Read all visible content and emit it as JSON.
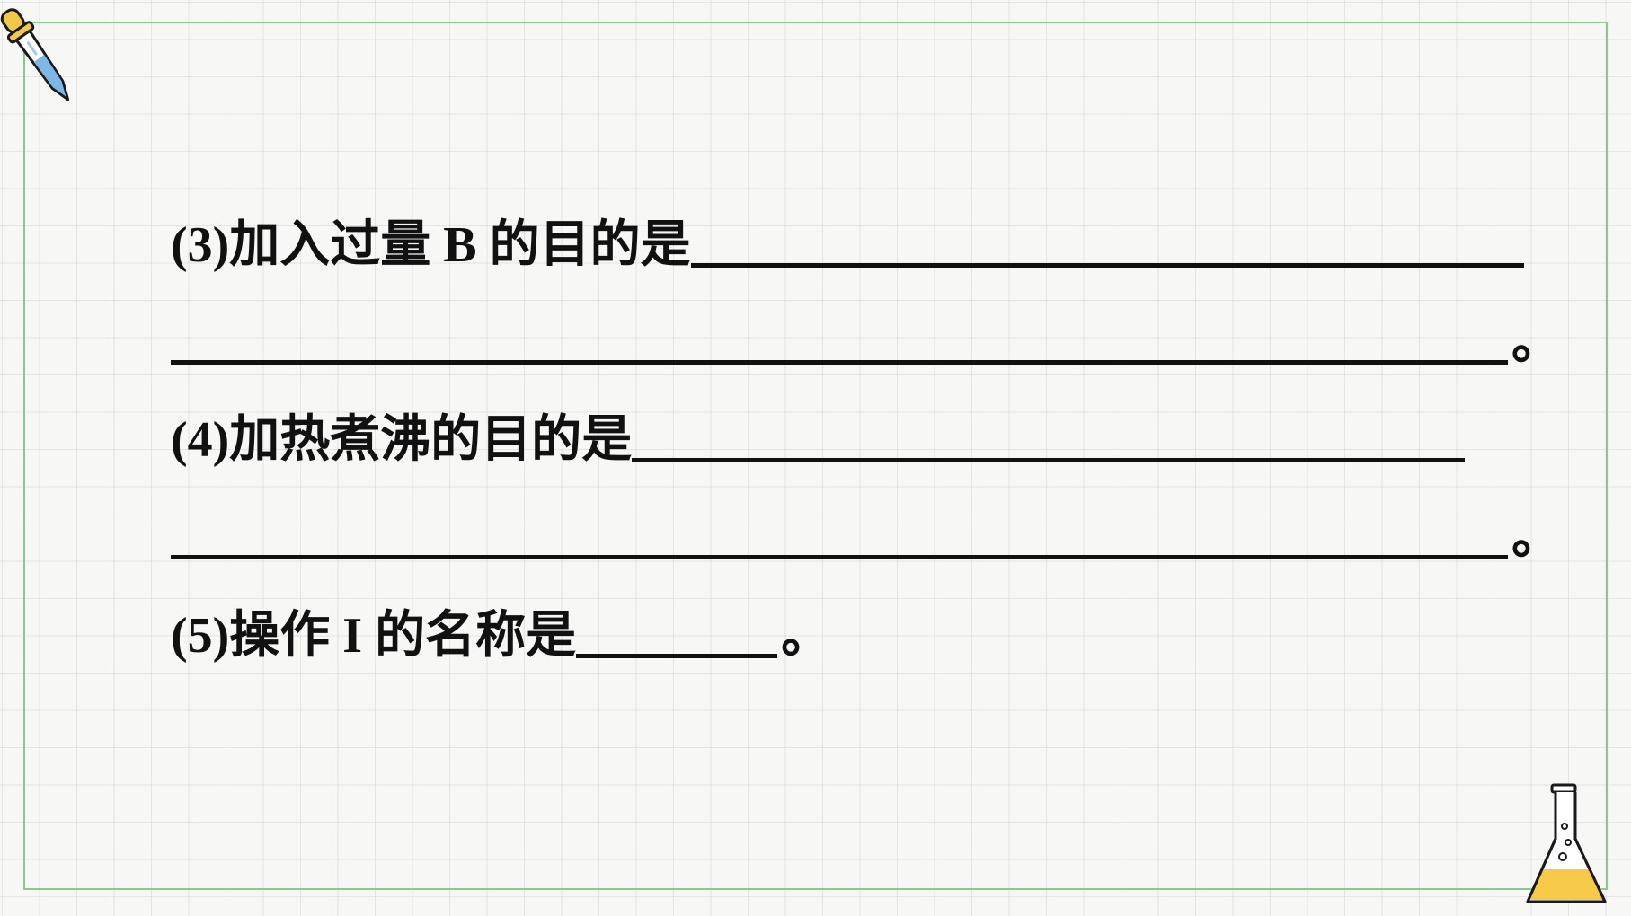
{
  "questions": [
    {
      "text": "(3)加入过量 B 的目的是",
      "end": "。"
    },
    {
      "text": "(4)加热煮沸的目的是",
      "end": "。"
    },
    {
      "text": "(5)操作 I 的名称是",
      "end": "。"
    }
  ],
  "colors": {
    "frame": "#8cc98c",
    "background": "#f7f7f5",
    "dropper_liquid": "#7eb6e8",
    "dropper_bulb": "#f2c84b",
    "flask_liquid": "#f7c948"
  },
  "icons": [
    "dropper-icon",
    "flask-icon"
  ]
}
